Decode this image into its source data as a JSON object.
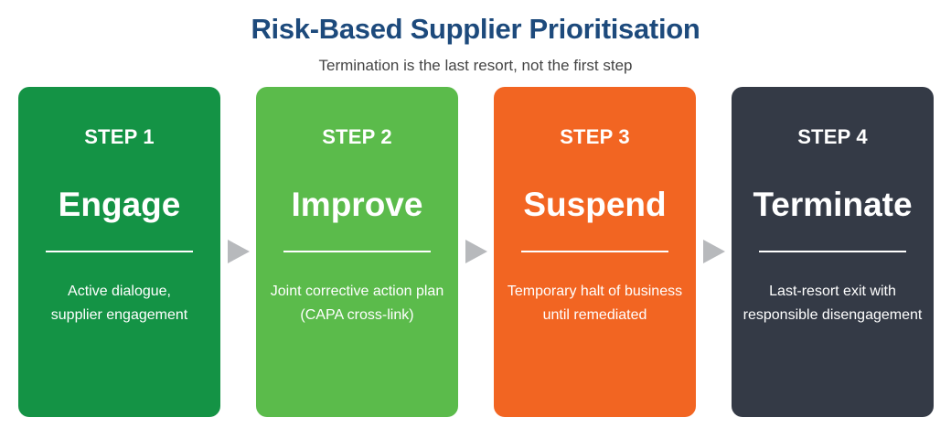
{
  "header": {
    "title": "Risk-Based Supplier Prioritisation",
    "subtitle": "Termination is the last resort, not the first step"
  },
  "steps": [
    {
      "label": "STEP 1",
      "title": "Engage",
      "desc_line1": "Active dialogue,",
      "desc_line2": "supplier engagement",
      "color": "#149345"
    },
    {
      "label": "STEP 2",
      "title": "Improve",
      "desc_line1": "Joint corrective action plan",
      "desc_line2": "(CAPA cross-link)",
      "color": "#5bbb4b"
    },
    {
      "label": "STEP 3",
      "title": "Suspend",
      "desc_line1": "Temporary halt of business",
      "desc_line2": "until remediated",
      "color": "#f26522"
    },
    {
      "label": "STEP 4",
      "title": "Terminate",
      "desc_line1": "Last-resort exit with",
      "desc_line2": "responsible disengagement",
      "color": "#343a46"
    }
  ],
  "arrow_color": "#b7b9bc"
}
